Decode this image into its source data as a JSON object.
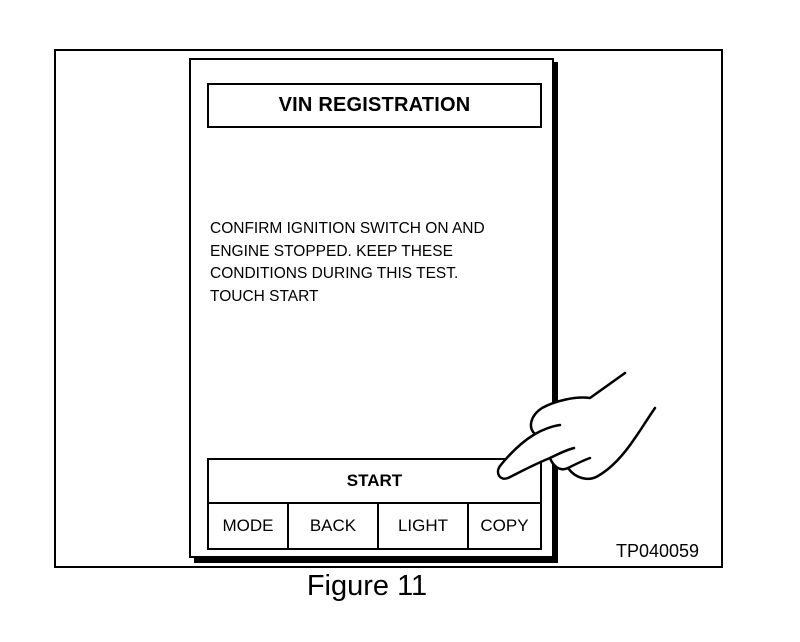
{
  "screen": {
    "title": "VIN REGISTRATION",
    "message_lines": [
      "CONFIRM IGNITION SWITCH ON AND",
      "ENGINE STOPPED. KEEP THESE",
      "CONDITIONS DURING THIS TEST.",
      "TOUCH START"
    ],
    "start_label": "START",
    "buttons": [
      "MODE",
      "BACK",
      "LIGHT",
      "COPY"
    ]
  },
  "figure": {
    "ref_code": "TP040059",
    "caption": "Figure 11"
  },
  "icons": {
    "pointer": "pointing-hand-icon"
  }
}
